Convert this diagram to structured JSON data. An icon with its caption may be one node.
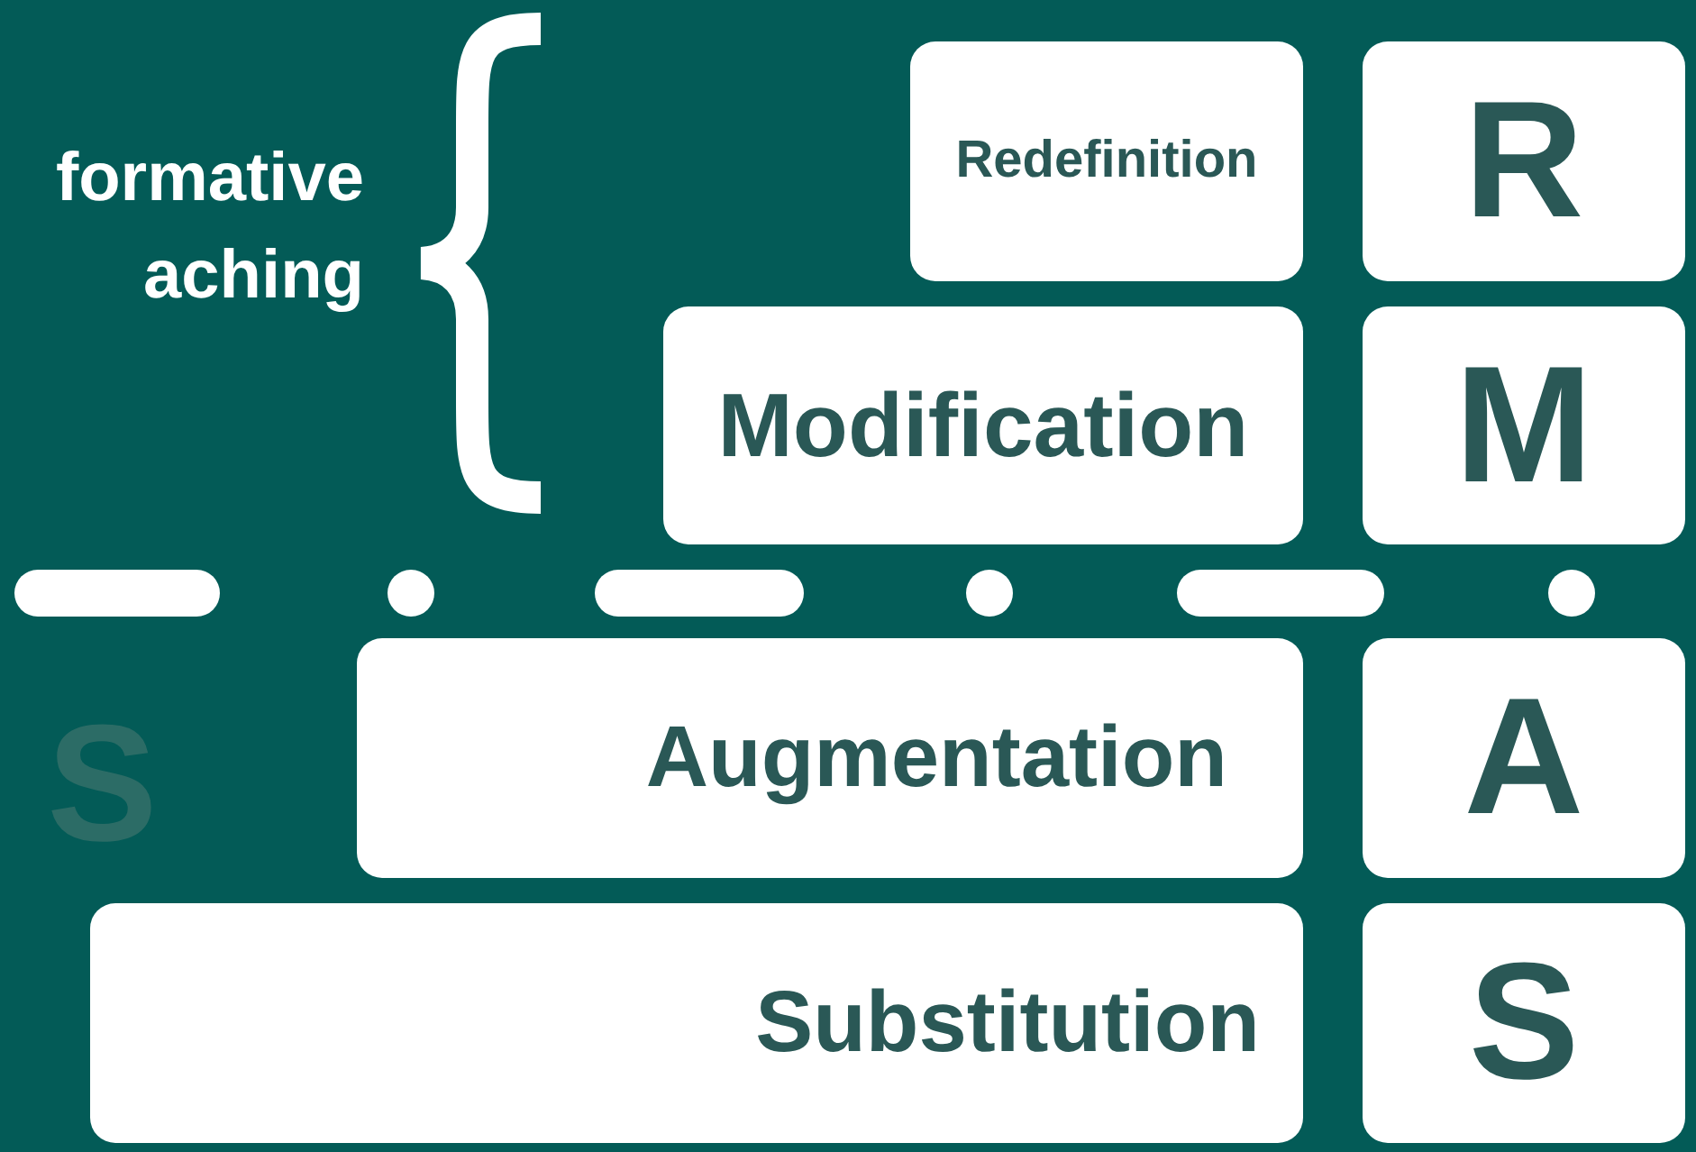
{
  "diagram": {
    "nodes": [
      {
        "text": [
          "Redefinition"
        ]
      },
      {
        "text": [
          "R"
        ]
      },
      {
        "text": [
          "Modification"
        ]
      },
      {
        "text": [
          "M"
        ]
      },
      {
        "text": [
          "Augmentation"
        ]
      },
      {
        "text": [
          "A"
        ]
      },
      {
        "text": [
          "Substitution"
        ]
      },
      {
        "text": [
          "S"
        ]
      }
    ],
    "edges": [],
    "labels": [
      "formative aching",
      "S"
    ]
  }
}
